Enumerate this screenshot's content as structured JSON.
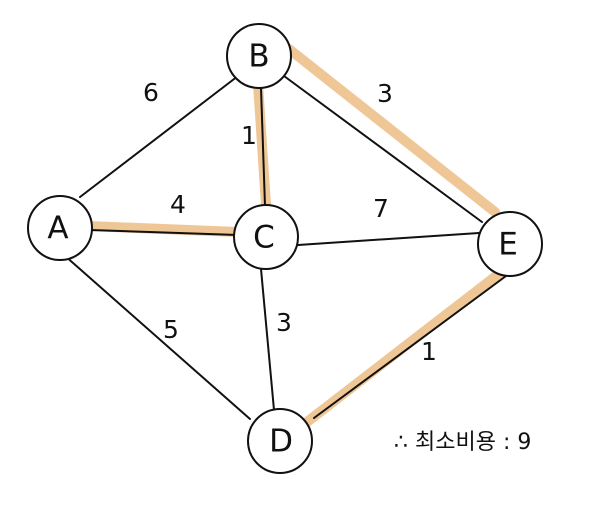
{
  "graph": {
    "nodes": [
      {
        "id": "A",
        "label": "A"
      },
      {
        "id": "B",
        "label": "B"
      },
      {
        "id": "C",
        "label": "C"
      },
      {
        "id": "D",
        "label": "D"
      },
      {
        "id": "E",
        "label": "E"
      }
    ],
    "edges": [
      {
        "from": "A",
        "to": "B",
        "weight": "6",
        "in_mst": false
      },
      {
        "from": "A",
        "to": "C",
        "weight": "4",
        "in_mst": true
      },
      {
        "from": "A",
        "to": "D",
        "weight": "5",
        "in_mst": false
      },
      {
        "from": "B",
        "to": "C",
        "weight": "1",
        "in_mst": true
      },
      {
        "from": "B",
        "to": "E",
        "weight": "3",
        "in_mst": true
      },
      {
        "from": "C",
        "to": "E",
        "weight": "7",
        "in_mst": false
      },
      {
        "from": "C",
        "to": "D",
        "weight": "3",
        "in_mst": false
      },
      {
        "from": "D",
        "to": "E",
        "weight": "1",
        "in_mst": true
      }
    ]
  },
  "note": {
    "text": "∴ 최소비용 : 9"
  },
  "colors": {
    "mst_highlight": "#efc796",
    "stroke": "#111111",
    "node_fill": "#ffffff"
  }
}
